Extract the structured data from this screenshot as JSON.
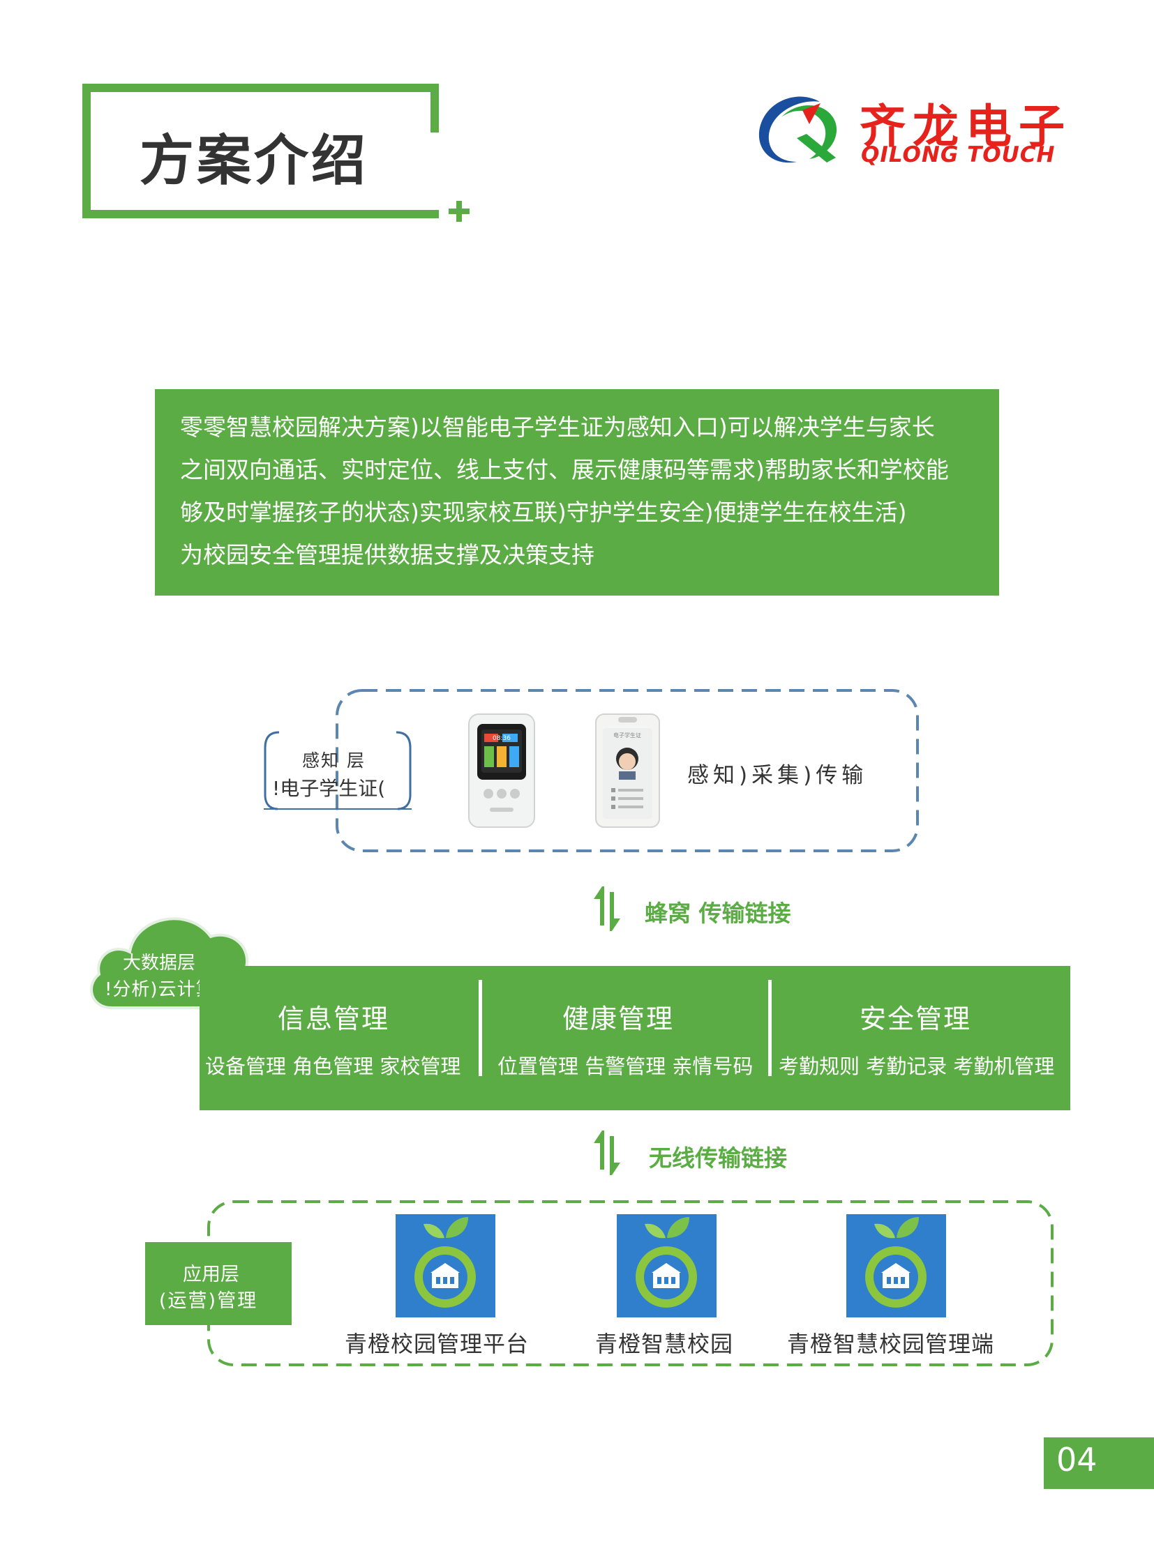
{
  "header": {
    "title": "方案介绍",
    "logo_cn": "齐龙电子",
    "logo_en": "QILONG TOUCH"
  },
  "intro": {
    "lines": [
      "零零智慧校园解决方案)以智能电子学生证为感知入口)可以解决学生与家长",
      "之间双向通话、实时定位、线上支付、展示健康码等需求)帮助家长和学校能",
      "够及时掌握孩子的状态)实现家校互联)守护学生安全)便捷学生在校生活)",
      "为校园安全管理提供数据支撑及决策支持"
    ]
  },
  "perception": {
    "label_line1": "感知  层",
    "label_line2": "!电子学生证(",
    "device_screen": "08:36",
    "badge_text": "电子学生证",
    "description": "感知)采集)传输"
  },
  "links": {
    "cellular": "蜂窝 传输链接",
    "wireless": "无线传输链接"
  },
  "data_layer": {
    "label_line1": "大数据层",
    "label_line2": "!分析)云计算(",
    "columns": [
      {
        "title": "信息管理",
        "items": "设备管理 角色管理 家校管理"
      },
      {
        "title": "健康管理",
        "items": "位置管理 告警管理 亲情号码"
      },
      {
        "title": "安全管理",
        "items": "考勤规则 考勤记录 考勤机管理"
      }
    ]
  },
  "app_layer": {
    "label_line1": "应用层",
    "label_line2": "(运营)管理",
    "apps": [
      {
        "name": "青橙校园管理平台"
      },
      {
        "name": "青橙智慧校园"
      },
      {
        "name": "青橙智慧校园管理端"
      }
    ]
  },
  "footer": {
    "page_number": "04"
  },
  "colors": {
    "green": "#5cac45",
    "blue": "#3f7fc4",
    "red": "#e5231c",
    "dashed_blue": "#5b86b0"
  }
}
